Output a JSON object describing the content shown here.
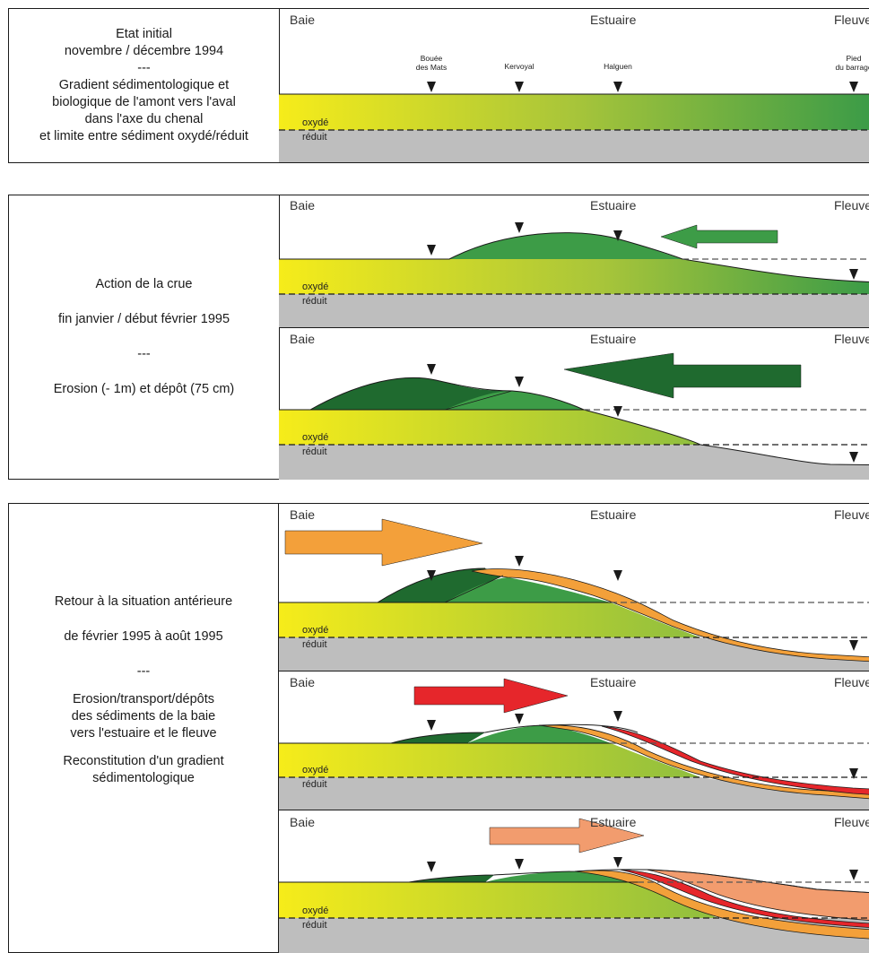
{
  "zones": {
    "bay": "Baie",
    "estuary": "Estuaire",
    "river": "Fleuve"
  },
  "layers": {
    "oxidized": "oxydé",
    "reduced": "réduit"
  },
  "stations": [
    {
      "line1": "Bouée",
      "line2": "des Mats"
    },
    {
      "line1": "Kervoyal",
      "line2": ""
    },
    {
      "line1": "Halguen",
      "line2": ""
    },
    {
      "line1": "Pied",
      "line2": "du barrage"
    }
  ],
  "panels": [
    {
      "lines": [
        "Etat initial",
        "novembre / décembre 1994",
        "---",
        "Gradient sédimentologique et",
        "biologique de l'amont vers l'aval",
        "dans l'axe du chenal",
        "et limite entre sédiment oxydé/réduit"
      ]
    },
    {
      "lines": [
        "Action de la crue",
        "fin janvier / début février 1995",
        "---",
        "Erosion (- 1m) et dépôt (75 cm)"
      ]
    },
    {
      "lines": [
        "Retour à la situation antérieure",
        "de février 1995 à août 1995",
        "---",
        "Erosion/transport/dépôts",
        "des sédiments de la baie",
        "vers l'estuaire et le fleuve",
        "Reconstitution d'un gradient",
        "sédimentologique"
      ]
    }
  ],
  "colors": {
    "yellow": "#f6ec1a",
    "green_light": "#4aa84a",
    "green": "#3d9c47",
    "green_dark": "#1f6a2f",
    "orange": "#f3a03a",
    "red": "#e6262b",
    "salmon": "#f29c6e",
    "grey": "#bebebe"
  },
  "arrows": [
    {
      "panel": "flood-1",
      "direction": "left",
      "color": "green"
    },
    {
      "panel": "flood-2",
      "direction": "left",
      "color": "green_dark"
    },
    {
      "panel": "return-1",
      "direction": "right",
      "color": "orange"
    },
    {
      "panel": "return-2",
      "direction": "right",
      "color": "red"
    },
    {
      "panel": "return-3",
      "direction": "right",
      "color": "salmon"
    }
  ]
}
